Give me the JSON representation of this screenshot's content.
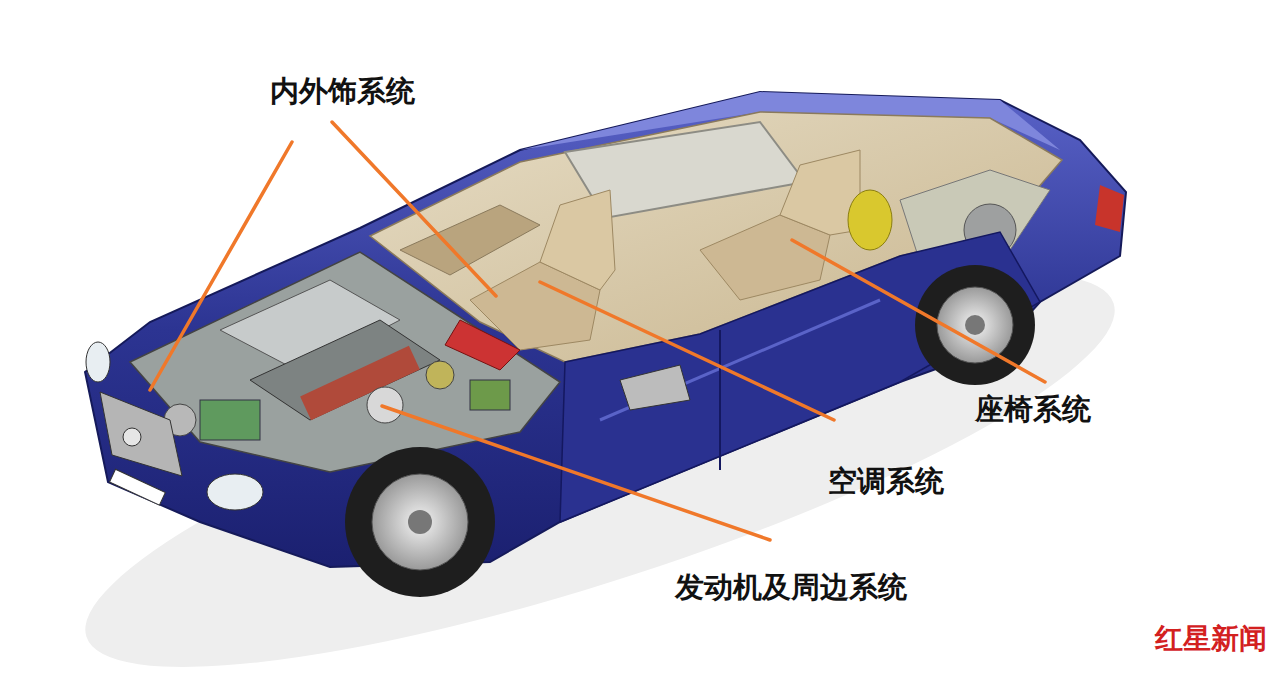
{
  "diagram": {
    "labels": [
      "内外饰系统",
      "座椅系统",
      "空调系统",
      "发动机及周边系统",
      "红星新闻"
    ]
  }
}
